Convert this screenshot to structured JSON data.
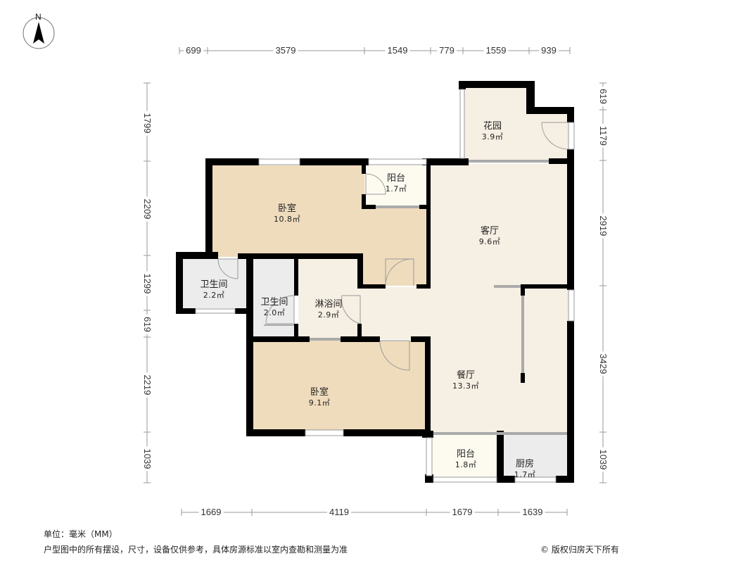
{
  "compass": {
    "label": "N"
  },
  "dimensions": {
    "top": [
      "699",
      "3579",
      "1549",
      "779",
      "1559",
      "939"
    ],
    "bottom": [
      "1669",
      "4119",
      "1679",
      "1639"
    ],
    "left": [
      "1799",
      "2209",
      "1299",
      "619",
      "2219",
      "1039"
    ],
    "right": [
      "619",
      "1179",
      "2919",
      "3429",
      "1039"
    ]
  },
  "rooms": [
    {
      "name": "花园",
      "area": "3.9㎡"
    },
    {
      "name": "阳台",
      "area": "1.7㎡"
    },
    {
      "name": "卧室",
      "area": "10.8㎡"
    },
    {
      "name": "客厅",
      "area": "9.6㎡"
    },
    {
      "name": "卫生间",
      "area": "2.2㎡"
    },
    {
      "name": "卫生间",
      "area": "2.0㎡"
    },
    {
      "name": "淋浴间",
      "area": "2.9㎡"
    },
    {
      "name": "餐厅",
      "area": "13.3㎡"
    },
    {
      "name": "卧室",
      "area": "9.1㎡"
    },
    {
      "name": "阳台",
      "area": "1.8㎡"
    },
    {
      "name": "厨房",
      "area": "1.7㎡"
    }
  ],
  "footer": {
    "unit": "单位：毫米（MM）",
    "disclaimer": "户型图中的所有摆设，尺寸，设备仅供参考，具体房源标准以室内查勘和测量为准",
    "copyright": "© 版权归房天下所有"
  },
  "colors": {
    "bedroom": "#efdcbd",
    "living": "#f6efe3",
    "wet": "#ececec",
    "balcony": "#fdfbf0",
    "wall": "#000000"
  }
}
